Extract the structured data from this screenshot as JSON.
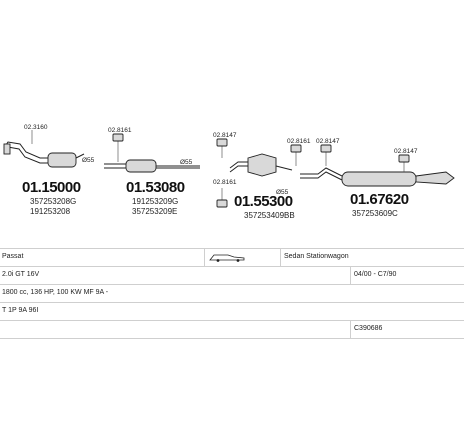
{
  "diagram": {
    "parts": [
      {
        "id": "p1",
        "number": "01.15000",
        "refs": [
          "357253208G",
          "191253208"
        ],
        "clamp": "02.3160"
      },
      {
        "id": "p2",
        "number": "01.53080",
        "refs": [
          "191253209G",
          "357253209E"
        ],
        "clamp": "02.8161"
      },
      {
        "id": "p3",
        "number": "01.55300",
        "refs": [
          "357253409BB"
        ],
        "clamp": "02.8147",
        "clamp2": "02.8161"
      },
      {
        "id": "p4",
        "number": "01.67620",
        "refs": [
          "357253609C"
        ],
        "clamp": "02.8147",
        "clamp2": "02.8161",
        "clamp3": "02.8147"
      }
    ],
    "diameter_labels": [
      "Ø55",
      "Ø55",
      "Ø55"
    ]
  },
  "info": {
    "rows": [
      {
        "cells": [
          "Passat",
          "",
          "Sedan Stationwagon"
        ]
      },
      {
        "cells": [
          "2.0i GT 16V",
          "",
          "04/00 - C7/90"
        ]
      },
      {
        "cells": [
          "1800 cc, 136 HP, 100 KW MF 9A -"
        ]
      },
      {
        "cells": [
          "T 1P 9A 96I"
        ]
      },
      {
        "cells": [
          "",
          "",
          "C390686"
        ]
      }
    ]
  }
}
